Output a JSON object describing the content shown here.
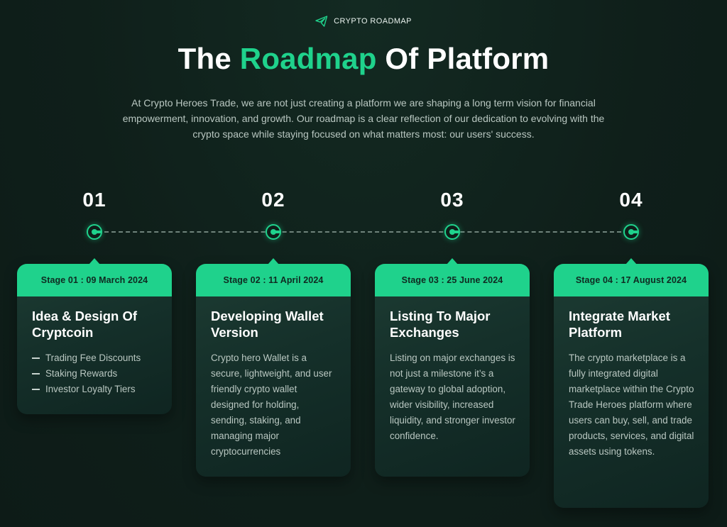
{
  "header": {
    "eyebrow": "CRYPTO ROADMAP",
    "eyebrow_icon": "paper-plane-icon",
    "title_prefix": "The ",
    "title_accent": "Roadmap",
    "title_suffix": " Of Platform",
    "intro": "At Crypto Heroes Trade, we are not just creating a platform we are shaping a long term vision for financial empowerment, innovation, and growth. Our roadmap is a clear reflection of our dedication to evolving with the crypto space while staying focused on what matters most: our users' success."
  },
  "colors": {
    "accent": "#1fd28c",
    "background": "#0f1f1a",
    "card": "#17342c",
    "muted_text": "#b9c7c1"
  },
  "stages": [
    {
      "number": "01",
      "label": "Stage 01 : 09 March 2024",
      "title": "Idea & Design Of Cryptcoin",
      "items": [
        "Trading Fee Discounts",
        "Staking Rewards",
        "Investor Loyalty Tiers"
      ]
    },
    {
      "number": "02",
      "label": "Stage 02 : 11 April 2024",
      "title": "Developing Wallet Version",
      "text": "Crypto hero Wallet is a secure, lightweight, and user friendly crypto wallet designed for holding, sending, staking, and managing major cryptocurrencies"
    },
    {
      "number": "03",
      "label": "Stage 03 : 25 June 2024",
      "title": "Listing To Major Exchanges",
      "text": "Listing on major exchanges is not just a milestone it’s a gateway to global adoption, wider visibility, increased liquidity, and stronger investor confidence."
    },
    {
      "number": "04",
      "label": "Stage 04 : 17 August 2024",
      "title": "Integrate Market Platform",
      "text": "The crypto marketplace is a fully integrated digital marketplace within the Crypto Trade Heroes platform where users can buy, sell, and trade products, services, and digital assets using tokens."
    }
  ]
}
